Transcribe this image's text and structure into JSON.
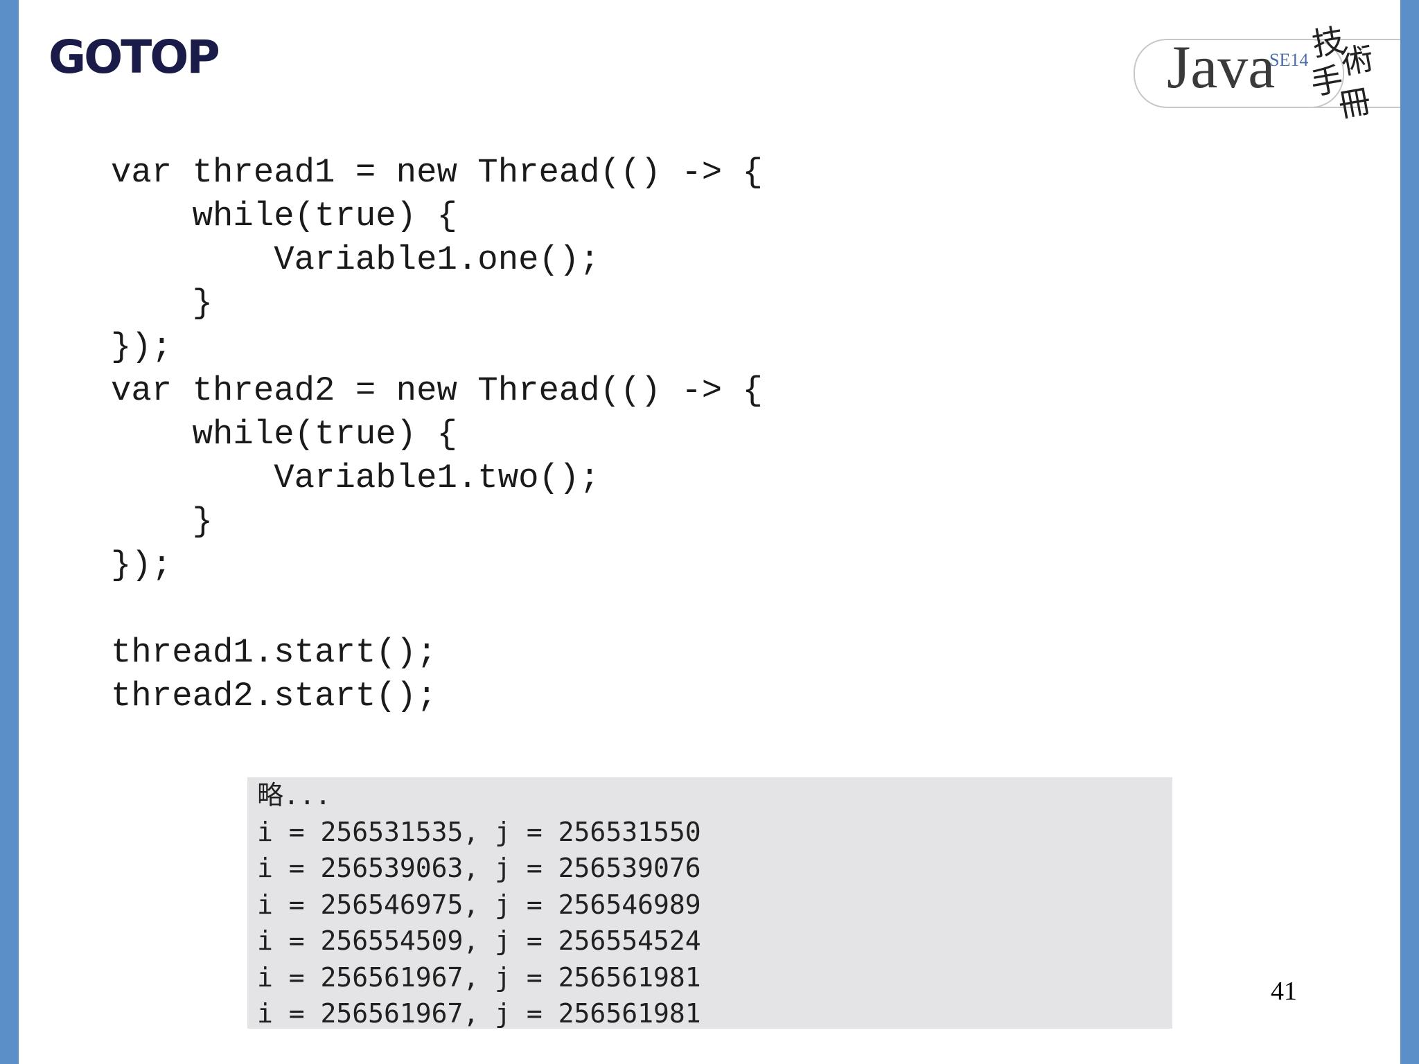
{
  "header": {
    "publisher_logo": "GOTOP",
    "book_logo": {
      "word": "Java",
      "edition": "SE14",
      "cjk_chars": [
        "技",
        "術",
        "手",
        "冊"
      ]
    }
  },
  "code": {
    "lines": [
      "var thread1 = new Thread(() -> {",
      "    while(true) {",
      "        Variable1.one();",
      "    }",
      "});",
      "var thread2 = new Thread(() -> {",
      "    while(true) {",
      "        Variable1.two();",
      "    }",
      "});",
      "",
      "thread1.start();",
      "thread2.start();"
    ]
  },
  "output": {
    "lines": [
      "略...",
      "i = 256531535, j = 256531550",
      "i = 256539063, j = 256539076",
      "i = 256546975, j = 256546989",
      "i = 256554509, j = 256554524",
      "i = 256561967, j = 256561981",
      "i = 256561967, j = 256561981"
    ]
  },
  "footer": {
    "page_number": "41"
  },
  "colors": {
    "side_bar": "#5b8fc7",
    "logo_navy": "#1b1b4a",
    "output_bg": "#e4e4e6"
  }
}
